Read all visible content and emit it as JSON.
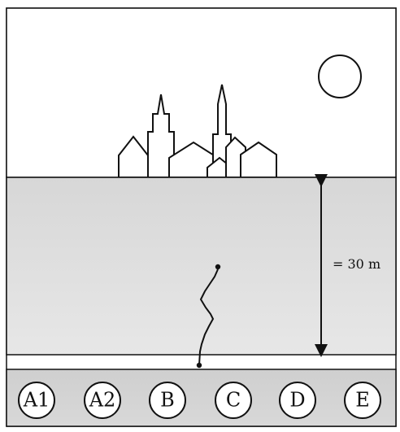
{
  "diagram": {
    "depth_label": "= 30 m",
    "class_labels": [
      "A1",
      "A2",
      "B",
      "C",
      "D",
      "E"
    ],
    "colors": {
      "sky": "#ffffff",
      "soil_layer": "#d9d9d9",
      "bedrock_layer": "#cfcfcf",
      "outline": "#111111"
    }
  }
}
